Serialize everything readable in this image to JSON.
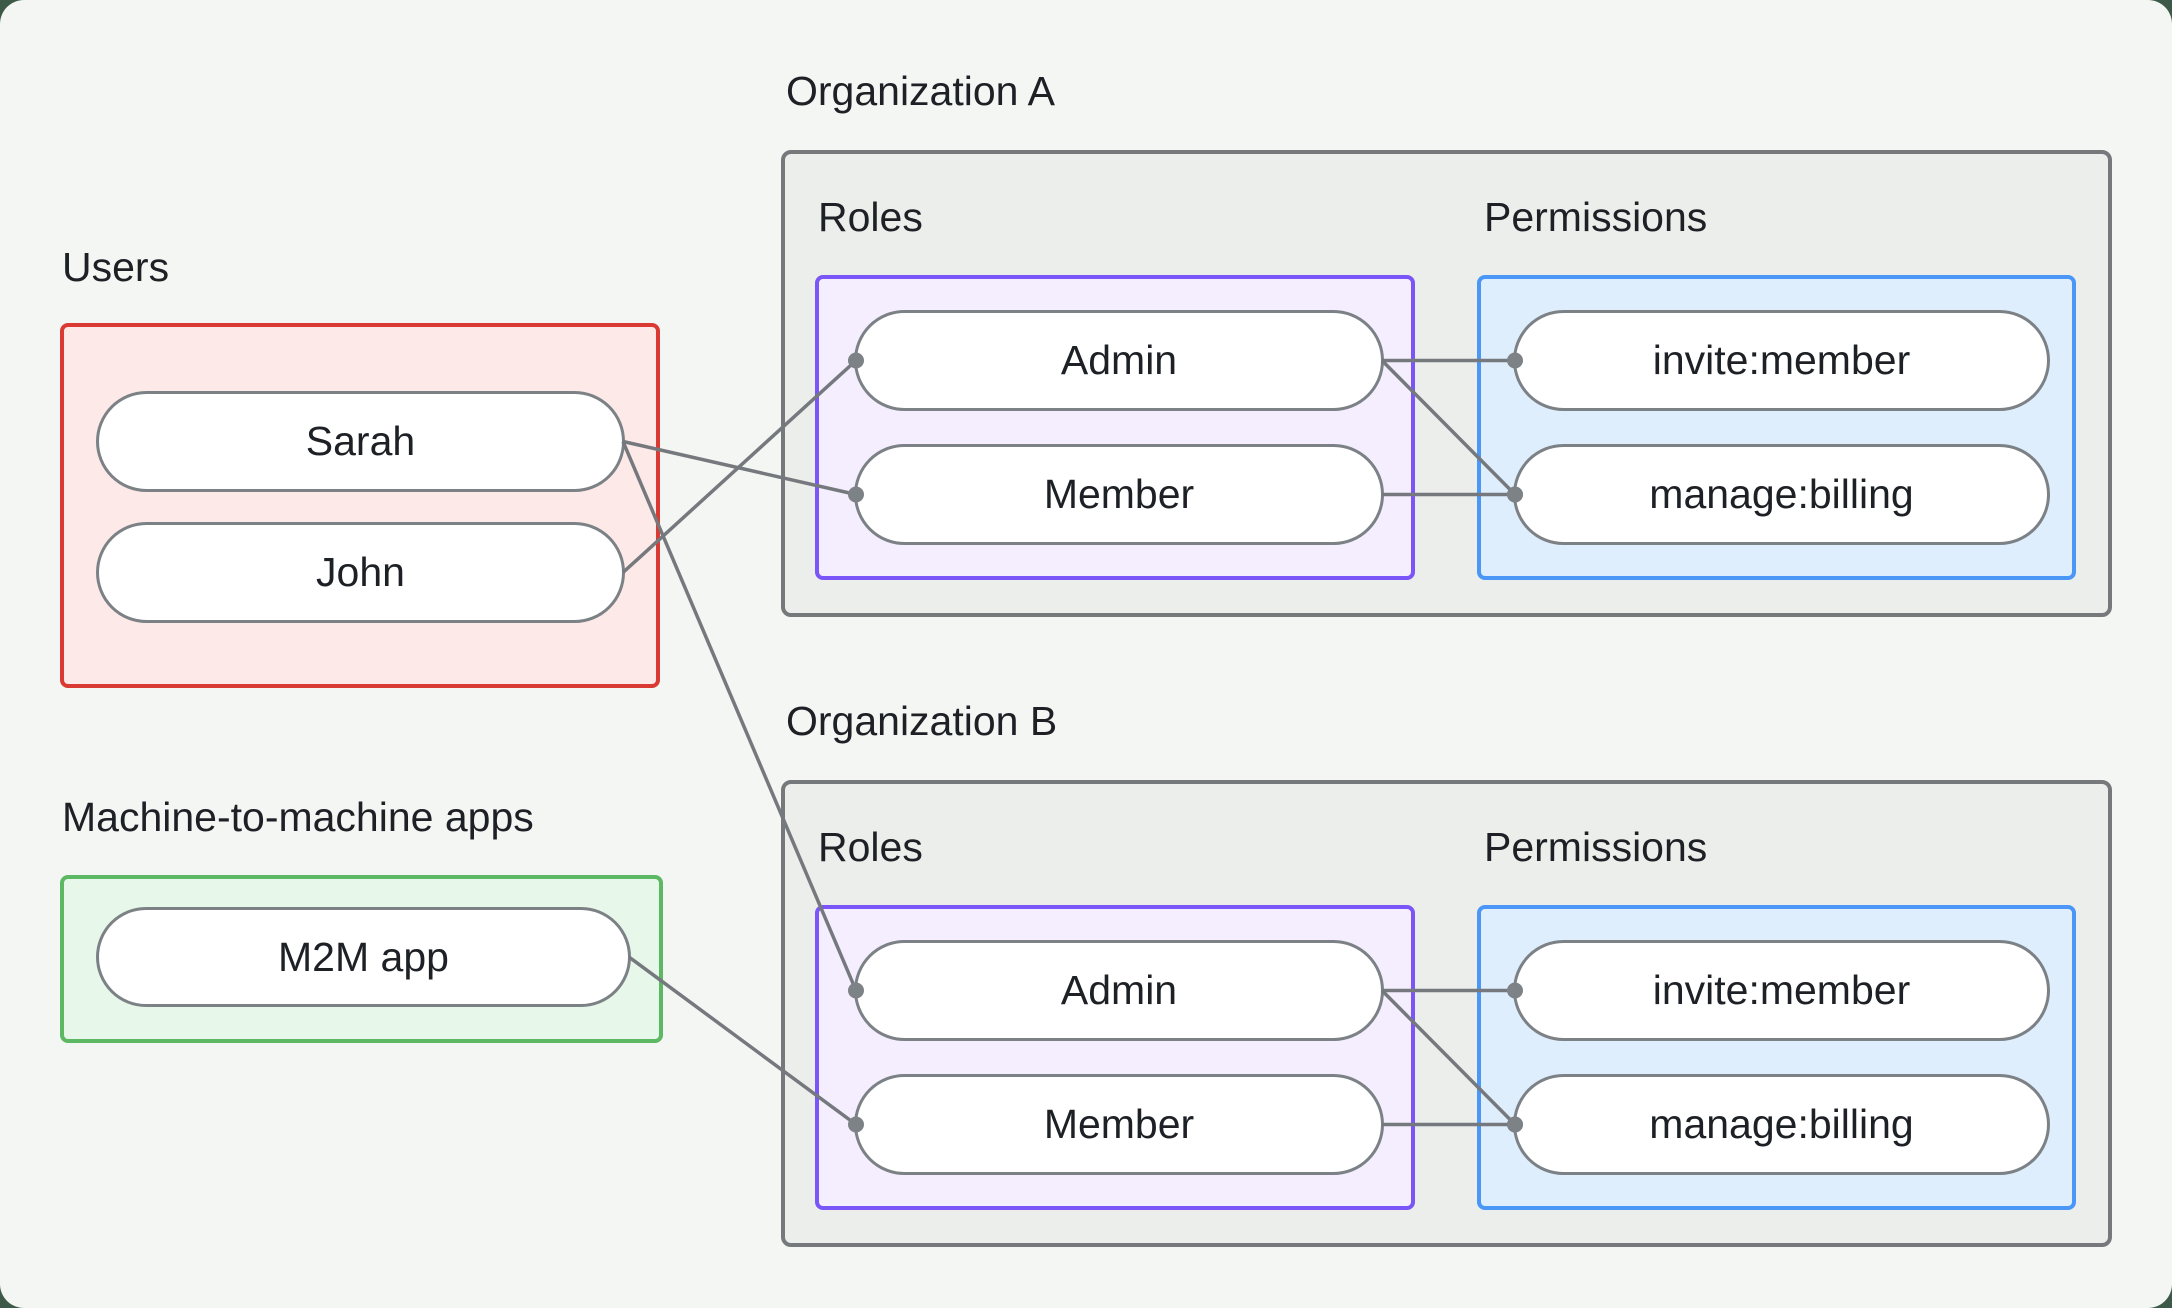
{
  "colors": {
    "outer_bg": "#3c5a47",
    "canvas_bg": "#f3f6f3",
    "text": "#1d2025",
    "red_border": "#d93a33",
    "red_fill": "#fdeae8",
    "green_border": "#5cb862",
    "green_fill": "#e7f7e9",
    "purple_border": "#7a55f7",
    "purple_fill": "#f4eefe",
    "blue_border": "#4a97f7",
    "blue_fill": "#dfeefd",
    "org_border": "#75797c",
    "org_fill": "#ebeeeb",
    "pill_border": "#7c8186",
    "edge": "#75797e",
    "dot": "#7d8287"
  },
  "sections": {
    "users": {
      "label": "Users",
      "items": [
        "Sarah",
        "John"
      ]
    },
    "m2m": {
      "label": "Machine-to-machine apps",
      "items": [
        "M2M app"
      ]
    },
    "org_a": {
      "label": "Organization A",
      "roles_label": "Roles",
      "permissions_label": "Permissions",
      "roles": [
        "Admin",
        "Member"
      ],
      "permissions": [
        "invite:member",
        "manage:billing"
      ]
    },
    "org_b": {
      "label": "Organization B",
      "roles_label": "Roles",
      "permissions_label": "Permissions",
      "roles": [
        "Admin",
        "Member"
      ],
      "permissions": [
        "invite:member",
        "manage:billing"
      ]
    }
  },
  "edges": [
    {
      "from": "sarah",
      "to": "org_a_member"
    },
    {
      "from": "john",
      "to": "org_a_admin"
    },
    {
      "from": "sarah",
      "to": "org_b_admin"
    },
    {
      "from": "m2m_app",
      "to": "org_b_member"
    },
    {
      "from": "org_a_admin",
      "to": "org_a_invite"
    },
    {
      "from": "org_a_admin",
      "to": "org_a_manage"
    },
    {
      "from": "org_a_member",
      "to": "org_a_manage"
    },
    {
      "from": "org_b_admin",
      "to": "org_b_invite"
    },
    {
      "from": "org_b_admin",
      "to": "org_b_manage"
    },
    {
      "from": "org_b_member",
      "to": "org_b_manage"
    }
  ]
}
